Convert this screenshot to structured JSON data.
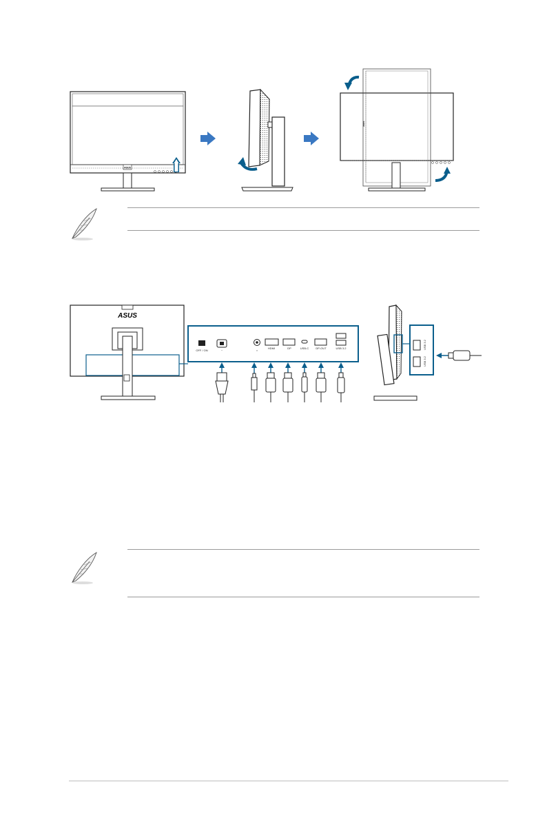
{
  "figure_top": {
    "monitor_label": "ASUS",
    "monitor_rotated_label": "ASUS"
  },
  "figure_ports": {
    "brand_logo": "ASUS",
    "ports": [
      "OFF / ON",
      "~",
      "∩",
      "HDMI",
      "DP",
      "USB-C",
      "DP-OUT",
      "USB 3.2"
    ],
    "side_usb_labels": [
      "USB 3.2",
      "USB 3.2"
    ]
  },
  "colors": {
    "accent_blue": "#0a5e8c",
    "arrow_blue": "#3a78c2",
    "line_gray": "#9a9a9a"
  },
  "icons": {
    "note": "feather-quill-icon"
  }
}
